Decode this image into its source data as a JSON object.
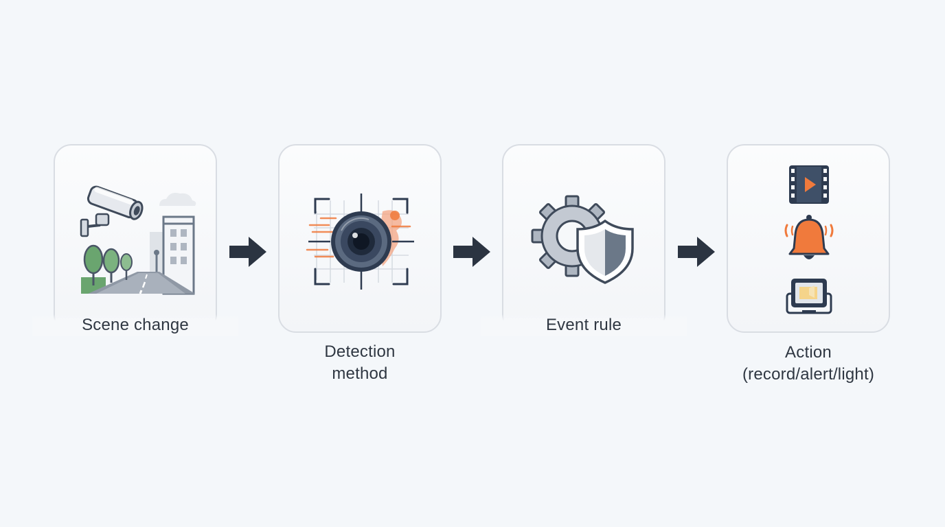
{
  "steps": [
    {
      "id": "scene",
      "label": "Scene change",
      "icon": "surveillance-camera-street-icon"
    },
    {
      "id": "detection",
      "label_lines": [
        "Detection",
        "method"
      ],
      "icon": "camera-lens-target-icon"
    },
    {
      "id": "rule",
      "label": "Event rule",
      "icon": "gear-shield-icon"
    },
    {
      "id": "action",
      "label_lines": [
        "Action",
        "(record/alert/light)"
      ],
      "icon": "action-icons"
    }
  ],
  "colors": {
    "background": "#f4f7fa",
    "card_border": "#d9dde3",
    "text": "#2f3742",
    "arrow": "#2b3441",
    "accent_orange": "#f07a3c",
    "dark_navy": "#2e3b50",
    "steel_gray": "#aeb6c1",
    "tree_green": "#6aa56f"
  }
}
